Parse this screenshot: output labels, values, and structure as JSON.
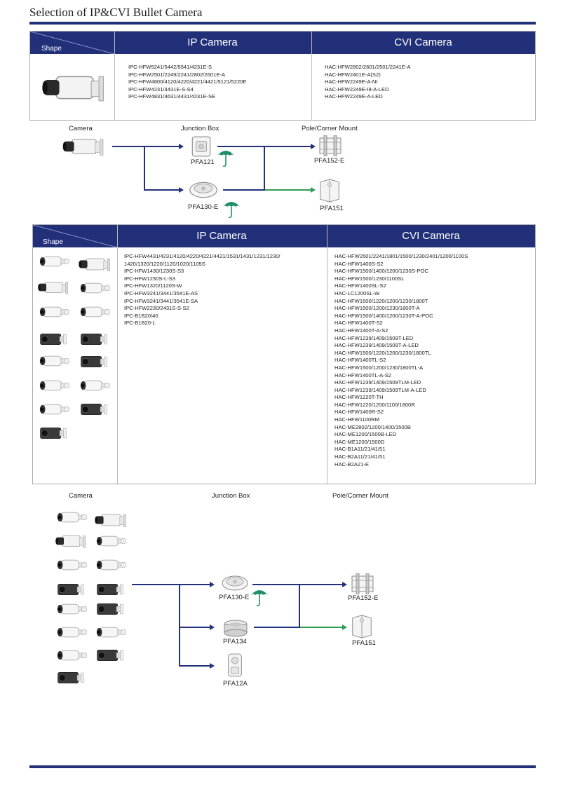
{
  "page_title": "Selection of  IP&CVI Bullet Camera",
  "colors": {
    "header": "#22307a",
    "line_blue": "#22307a",
    "line_green": "#2d9c54",
    "umbrella": "#1f8f6a"
  },
  "table1": {
    "shape_label": "Shape",
    "ip_header": "IP Camera",
    "cvi_header": "CVI Camera",
    "ip_models": "IPC-HFW5241/5442/5541/4231E-S\nIPC-HFW2501/2249/2241/2802/2601E-A\nIPC-HFW4800/4120/4220/4221/4421/5121/5220E\nIPC-HFW4231/4431E-S-S4\nIPC-HFW4831/4631/4431/4231E-SE",
    "cvi_models": "HAC-HFW2802/2601/2501/2241E-A\nHAC-HFW2401E-A(S2)\nHAC-HFW2249E-A-NI\nHAC-HFW2249E-I8-A-LED\nHAC-HFW2249E-A-LED"
  },
  "flow1": {
    "camera_label": "Camera",
    "junction_label": "Junction Box",
    "mount_label": "Pole/Corner Mount",
    "jb1": "PFA121",
    "jb2": "PFA130-E",
    "m1": "PFA152-E",
    "m2": "PFA151"
  },
  "table2": {
    "shape_label": "Shape",
    "ip_header": "IP Camera",
    "cvi_header": "CVI Camera",
    "ip_models": "IPC-HFW4431/4231/4120/4220/4221/4421/1531/1431/1231/1230/\n1420/1320/1220/1120/1020/1105S\nIPC-HFW1430/1230S-S3\nIPC-HFW1230S-L-S3\nIPC-HFW1320/1120S-W\nIPC-HFW3241/3441/3541E-AS\nIPC-HFW3241/3441/3541E-SA\nIPC-HFW2230/2431S-S-S2\nIPC-B1B20/40\nIPC-B1B20-L",
    "cvi_models": "HAC-HFW2501/2241/1801/1500/1230/2401/1200/1100S\nHAC-HFW1400S-S2\nHAC-HFW1500/1400/1200/1230S-POC\nHAC-HFW1500/1230/1100SL\nHAC-HFW1400SL-S2\nHAC-LC1200SL-W\nHAC-HFW1500/1220/1200/1230/1800T\nHAC-HFW1500/1200/1230/1800T-A\nHAC-HFW1500/1400/1200/1230T-A-POC\nHAC-HFW1400T-S2\nHAC-HFW1400T-A-S2\nHAC-HFW1239/1409/1509T-LED\nHAC-HFW1239/1409/1509T-A-LED\nHAC-HFW1500/1220/1200/1230/1800TL\nHAC-HFW1400TL-S2\nHAC-HFW1500/1200/1230/1800TL-A\nHAC-HFW1400TL-A-S2\nHAC-HFW1239/1409/1509TLM-LED\nHAC-HFW1239/1409/1509TLM-A-LED\nHAC-HFW1220T-TH\nHAC-HFW1220/1200/1100/1800R\nHAC-HFW1400R-S2\nHAC-HFW1100RM\nHAC-ME2802/1200/1400/1500B\nHAC-ME1200/1500B-LED\nHAC-ME1200/1500D\nHAC-B1A11/21/41/51\nHAC-B2A11/21/41/51\nHAC-B2A21-E"
  },
  "flow2": {
    "camera_label": "Camera",
    "junction_label": "Junction Box",
    "mount_label": "Pole/Corner Mount",
    "jb1": "PFA130-E",
    "jb2": "PFA134",
    "jb3": "PFA12A",
    "m1": "PFA152-E",
    "m2": "PFA151"
  }
}
